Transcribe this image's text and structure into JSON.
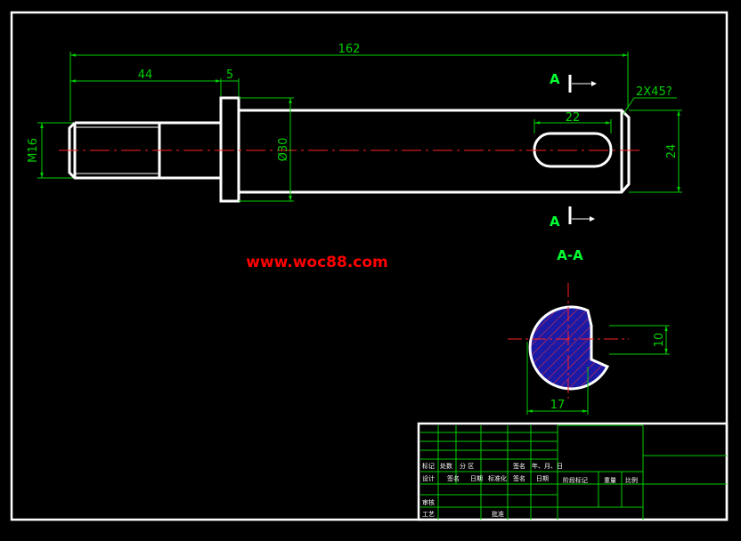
{
  "colors": {
    "background": "#000000",
    "outline": "#ffffff",
    "dimension": "#00d000",
    "centerline": "#ff2020",
    "hatch": "#1a1aa6",
    "watermark": "#ff0000"
  },
  "dimensions": {
    "overall_length": "162",
    "shoulder_length": "44",
    "collar_width": "5",
    "thread": "M16",
    "diameter": "Ø30",
    "chamfer": "2X45?",
    "slot_length": "22",
    "end_diameter": "24",
    "section_width": "17",
    "key_width": "10"
  },
  "labels": {
    "section_mark_top": "A",
    "section_mark_bottom": "A",
    "section_title": "A-A"
  },
  "watermark": "www.woc88.com",
  "title_block": {
    "row1": [
      "标记",
      "处数",
      "分 区",
      "签名",
      "年、月、日"
    ],
    "row2": [
      "设计",
      "签名",
      "日期",
      "标准化",
      "签名",
      "日期",
      "阶段标记",
      "重量",
      "比例"
    ],
    "row3": [
      "审核"
    ],
    "row4": [
      "工艺",
      "批准"
    ]
  }
}
